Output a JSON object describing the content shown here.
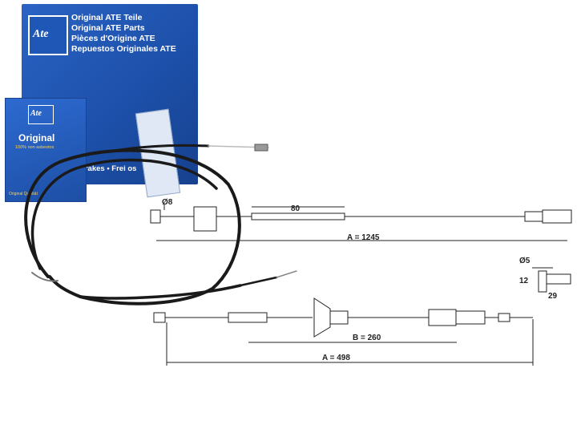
{
  "package": {
    "brand": "Ate",
    "lines": [
      "Original ATE Teile",
      "Original ATE Parts",
      "Pièces d'Origine ATE",
      "Repuestos Originales ATE"
    ],
    "strip": "Brakes • Frei        os",
    "small_box_title": "Original",
    "small_box_sub": "100% non asbestos",
    "small_box_bottom": "Original Qualität"
  },
  "drawing": {
    "diam_top": "Ø8",
    "len_80": "80",
    "len_a1": "A = 1245",
    "diam_small": "Ø5",
    "dim_12": "12",
    "dim_29": "29",
    "len_b": "B = 260",
    "len_a2": "A = 498"
  },
  "colors": {
    "box_blue": "#1c4fa8",
    "cable": "#1a1a1a"
  }
}
